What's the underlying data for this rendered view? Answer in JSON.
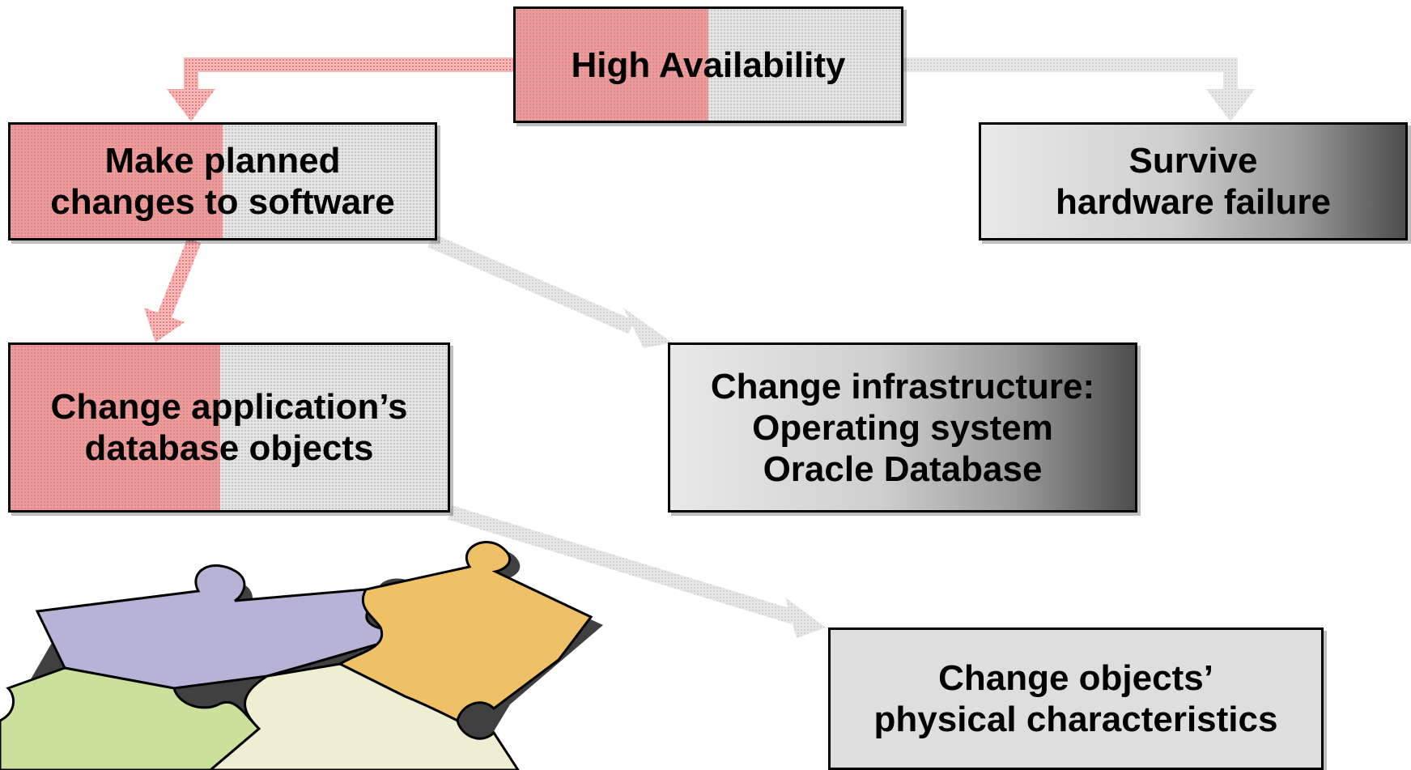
{
  "diagram": {
    "nodes": {
      "high_availability": {
        "lines": [
          "High Availability"
        ]
      },
      "planned_changes": {
        "lines": [
          "Make planned",
          "changes to software"
        ]
      },
      "hardware_failure": {
        "lines": [
          "Survive",
          "hardware failure"
        ]
      },
      "application_objects": {
        "lines": [
          "Change application’s",
          "database objects"
        ]
      },
      "infrastructure": {
        "lines": [
          "Change infrastructure:",
          "Operating system",
          "Oracle Database"
        ]
      },
      "physical": {
        "lines": [
          "Change objects’",
          "physical characteristics"
        ]
      }
    },
    "edges": [
      {
        "from": "high_availability",
        "to": "planned_changes",
        "style": "red-dotted"
      },
      {
        "from": "high_availability",
        "to": "hardware_failure",
        "style": "grey-dotted"
      },
      {
        "from": "planned_changes",
        "to": "application_objects",
        "style": "red-dotted"
      },
      {
        "from": "planned_changes",
        "to": "infrastructure",
        "style": "grey-dotted"
      },
      {
        "from": "application_objects",
        "to": "physical",
        "style": "grey-dotted"
      }
    ],
    "colors": {
      "red_fill": "#f29a9a",
      "grey_fill": "#e4e4e4",
      "arrow_red": "#f08080",
      "arrow_grey": "#d9d9d9",
      "puzzle_purple": "#b6b3d6",
      "puzzle_orange": "#efc166",
      "puzzle_green": "#c9e19a",
      "puzzle_cream": "#eeeed2"
    },
    "illustration": {
      "icon": "puzzle-pieces-icon"
    }
  }
}
